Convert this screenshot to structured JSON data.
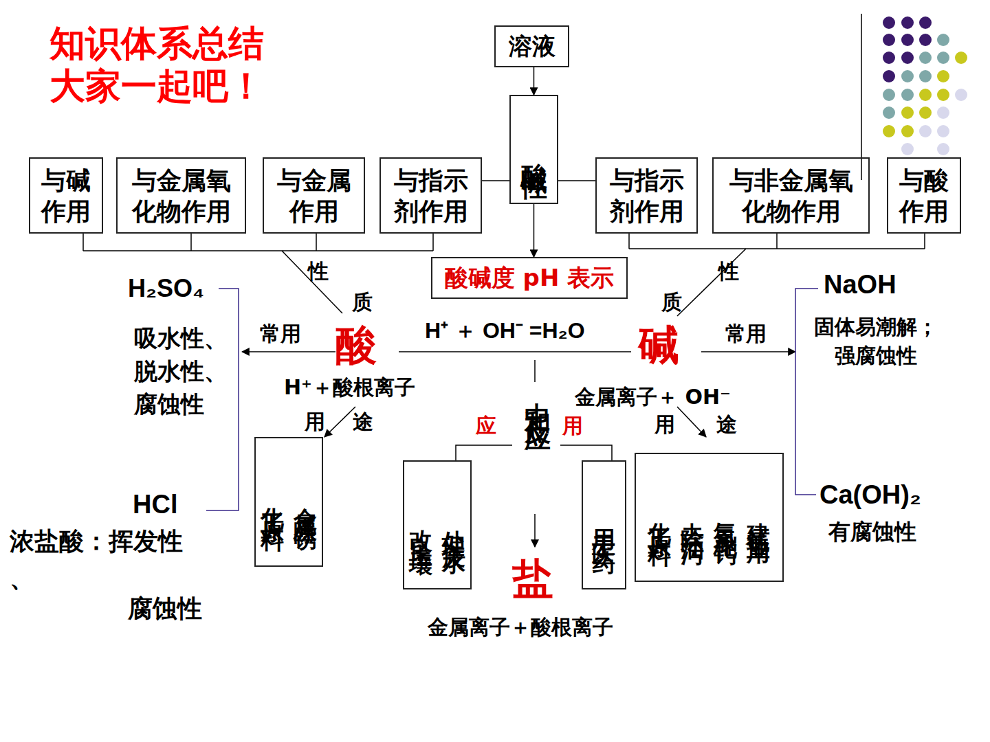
{
  "diagram": {
    "title": "知识体系总结 大家一起吧！",
    "nodes": [
      {
        "text": [
          "溶液"
        ]
      },
      {
        "text": [
          "酸碱性"
        ]
      },
      {
        "text": [
          "与碱作用"
        ]
      },
      {
        "text": [
          "与金属氧化物作用"
        ]
      },
      {
        "text": [
          "与金属作用"
        ]
      },
      {
        "text": [
          "与指示剂作用"
        ]
      },
      {
        "text": [
          "与指示剂作用"
        ]
      },
      {
        "text": [
          "与非金属氧化物作用"
        ]
      },
      {
        "text": [
          "与酸作用"
        ]
      },
      {
        "text": [
          "酸碱度 pH 表示"
        ]
      },
      {
        "text": [
          "化工原料",
          "金属除锈"
        ]
      },
      {
        "text": [
          "改良土壤",
          "处理废水"
        ]
      },
      {
        "text": [
          "用于医药"
        ]
      },
      {
        "text": [
          "化工原料",
          "去除油污",
          "氢氧化钙",
          "建筑业用"
        ]
      }
    ],
    "edges": [
      {
        "from": 0,
        "to": 1,
        "arrow": "to"
      },
      {
        "from": 1,
        "to": 9,
        "arrow": "to"
      },
      {
        "from": 1,
        "to": 5,
        "arrow": "none"
      },
      {
        "from": 1,
        "to": 6,
        "arrow": "none"
      }
    ],
    "labels": [
      "性",
      "质",
      "性",
      "质",
      "H₂SO₄",
      "吸水性、 脱水性、 腐蚀性",
      "常用",
      "酸",
      "H⁺ ＋ OH⁻ =H₂O",
      "碱",
      "常用",
      "NaOH",
      "固体易潮解； 强腐蚀性",
      "H⁺＋酸根离子",
      "用",
      "途",
      "中和反应",
      "金属离子＋ OH⁻",
      "应",
      "用",
      "用",
      "途",
      "HCl",
      "浓盐酸：挥发性",
      "、",
      "腐蚀性",
      "Ca(OH)₂",
      "有腐蚀性",
      "盐",
      "金属离子＋酸根离子"
    ]
  }
}
